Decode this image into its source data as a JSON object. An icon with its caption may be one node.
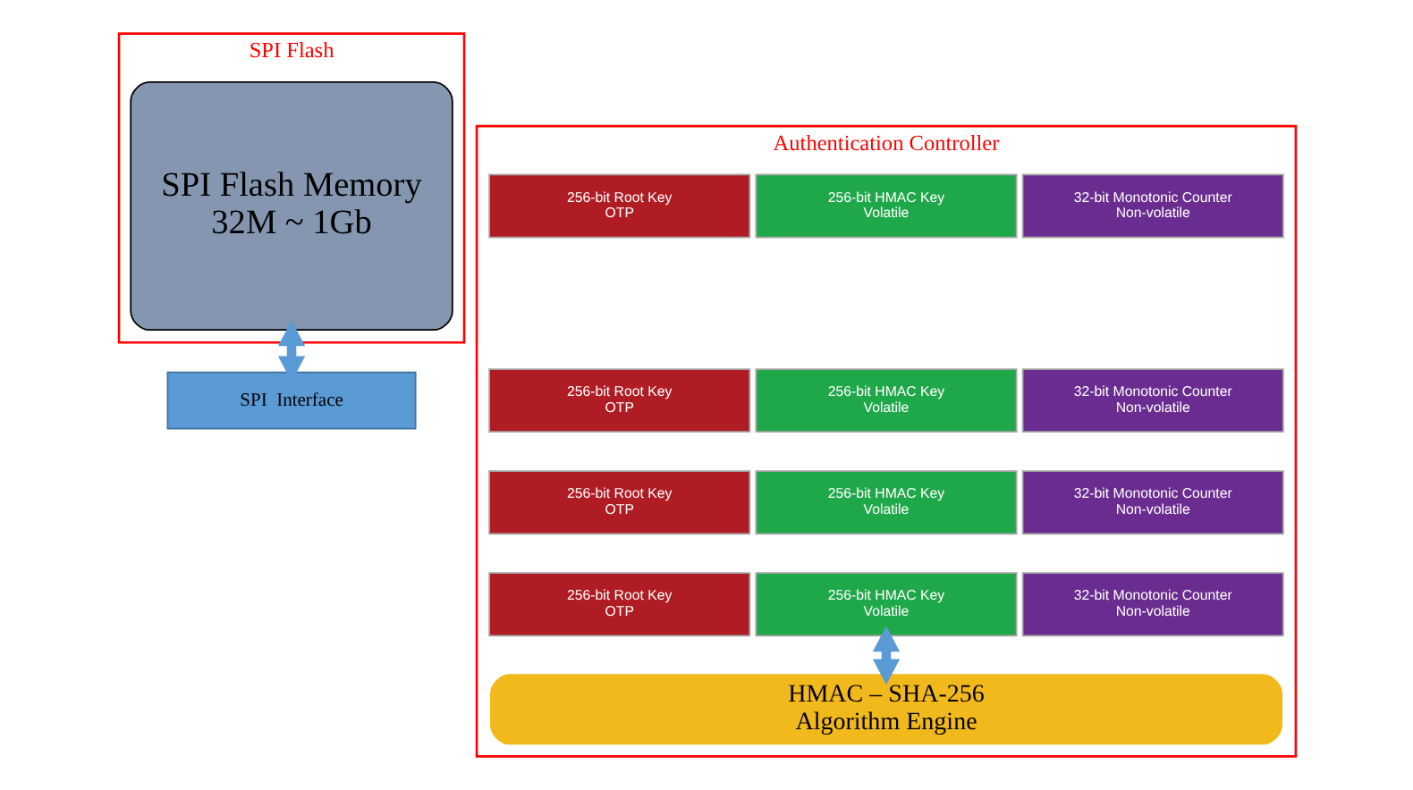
{
  "diagram": {
    "nodes": [
      {
        "text": [
          "SPI Flash"
        ]
      },
      {
        "text": [
          "SPI Flash Memory",
          "32M ~ 1Gb"
        ],
        "in": 0
      },
      {
        "text": [
          "SPI  Interface"
        ]
      },
      {
        "text": [
          "Authentication Controller"
        ]
      },
      {
        "text": [
          "256-bit Root Key",
          "OTP"
        ],
        "in": 3
      },
      {
        "text": [
          "256-bit HMAC Key",
          "Volatile"
        ],
        "in": 3
      },
      {
        "text": [
          "32-bit Monotonic Counter",
          "Non-volatile"
        ],
        "in": 3
      },
      {
        "text": [
          "256-bit Root Key",
          "OTP"
        ],
        "in": 3
      },
      {
        "text": [
          "256-bit HMAC Key",
          "Volatile"
        ],
        "in": 3
      },
      {
        "text": [
          "32-bit Monotonic Counter",
          "Non-volatile"
        ],
        "in": 3
      },
      {
        "text": [
          "256-bit Root Key",
          "OTP"
        ],
        "in": 3
      },
      {
        "text": [
          "256-bit HMAC Key",
          "Volatile"
        ],
        "in": 3
      },
      {
        "text": [
          "32-bit Monotonic Counter",
          "Non-volatile"
        ],
        "in": 3
      },
      {
        "text": [
          "256-bit Root Key",
          "OTP"
        ],
        "in": 3
      },
      {
        "text": [
          "256-bit HMAC Key",
          "Volatile"
        ],
        "in": 3
      },
      {
        "text": [
          "32-bit Monotonic Counter",
          "Non-volatile"
        ],
        "in": 3
      },
      {
        "text": [
          "HMAC – SHA-256",
          "Algorithm Engine"
        ],
        "in": 3
      }
    ],
    "edges": [
      {
        "from": 1,
        "to": 2,
        "arrow": "both"
      },
      {
        "from": 14,
        "to": 16,
        "arrow": "both"
      }
    ]
  }
}
